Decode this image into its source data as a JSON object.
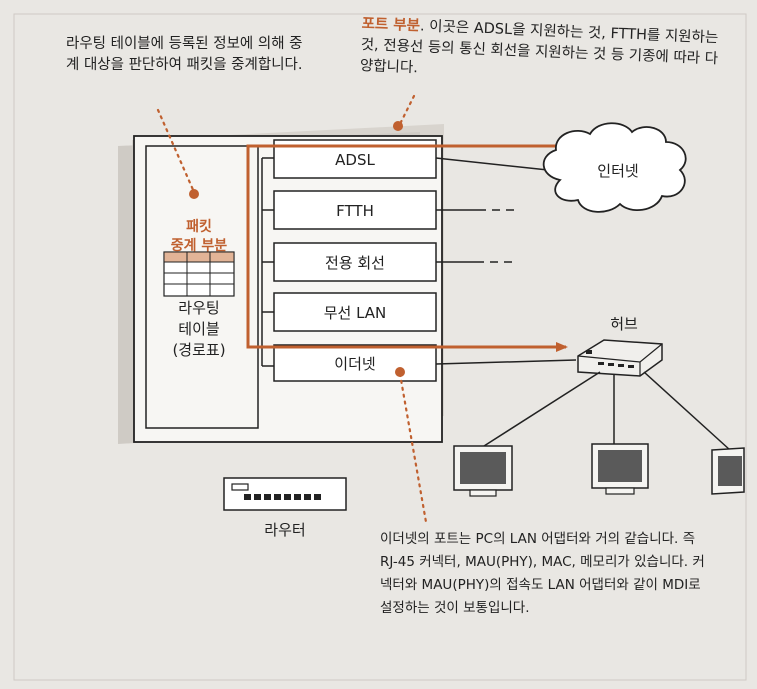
{
  "notes": {
    "routing_note": "라우팅 테이블에 등록된 정보에 의해 중계 대상을 판단하여 패킷을 중계합니다.",
    "port_note_highlight": "포트 부분",
    "port_note_body": ". 이곳은 ADSL을 지원하는 것, FTTH를 지원하는 것, 전용선 등의 통신 회선을 지원하는 것 등 기종에 따라 다양합니다.",
    "ethernet_note": "이더넷의 포트는 PC의 LAN 어댑터와 거의 같습니다. 즉 RJ-45 커넥터, MAU(PHY), MAC, 메모리가 있습니다. 커넥터와 MAU(PHY)의 접속도 LAN 어댑터와 같이 MDI로 설정하는 것이 보통입니다."
  },
  "router": {
    "relay_label_line1": "패킷",
    "relay_label_line2": "중계 부분",
    "table_label_line1": "라우팅",
    "table_label_line2": "테이블",
    "table_label_line3": "(경로표)",
    "device_label": "라우터"
  },
  "ports": [
    "ADSL",
    "FTTH",
    "전용 회선",
    "무선 LAN",
    "이더넷"
  ],
  "internet_label": "인터넷",
  "hub_label": "허브",
  "colors": {
    "accent": "#c0602f",
    "line": "#222222",
    "paper": "#e9e7e3"
  }
}
